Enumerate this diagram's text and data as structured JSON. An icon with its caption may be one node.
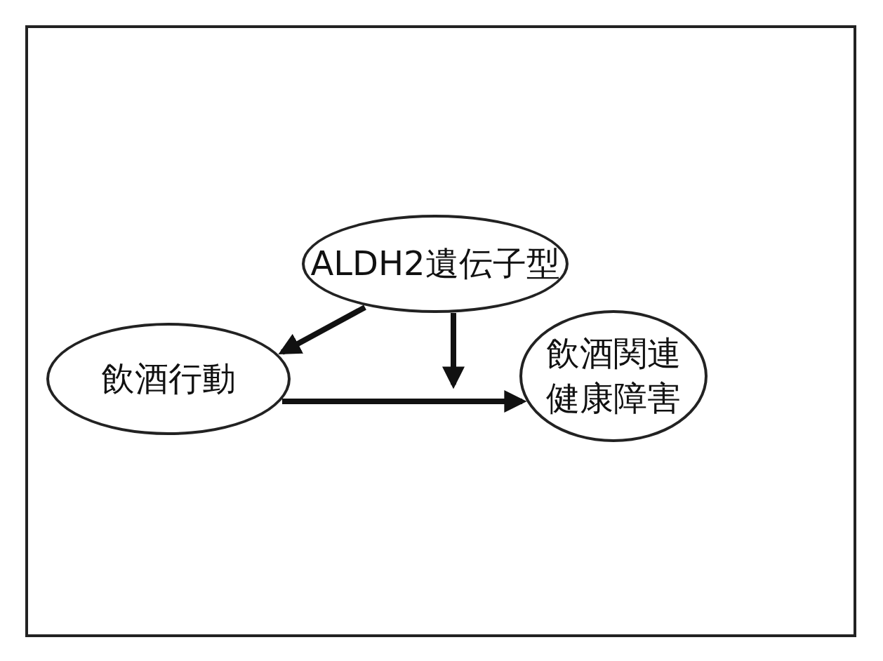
{
  "diagram": {
    "nodes": [
      {
        "text": [
          "ALDH2遺伝子型"
        ]
      },
      {
        "text": [
          "飲酒行動"
        ]
      },
      {
        "text": [
          "飲酒関連健康障害"
        ]
      }
    ],
    "edges": [
      {
        "from": 0,
        "to": 1,
        "arrow": "to"
      },
      {
        "from": 1,
        "to": 2,
        "arrow": "to"
      },
      {
        "from": 0,
        "to": null,
        "arrow": "to"
      }
    ]
  }
}
